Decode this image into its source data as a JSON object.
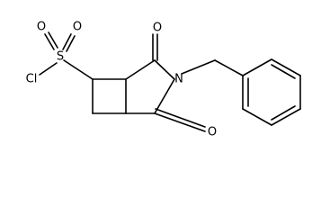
{
  "structure": {
    "atom_labels": {
      "chlorine": "Cl",
      "sulfur": "S",
      "sulfonyl_oxygen_upper_left": "O",
      "sulfonyl_oxygen_upper_right": "O",
      "carbonyl_oxygen_top": "O",
      "carbonyl_oxygen_bottom": "O",
      "imide_nitrogen": "N"
    },
    "colors": {
      "bond": "#000000",
      "label": "#000000",
      "background": "#ffffff"
    }
  }
}
